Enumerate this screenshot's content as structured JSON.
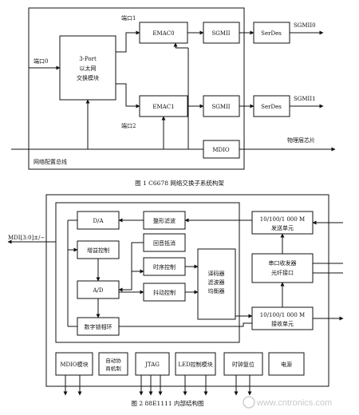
{
  "figure1": {
    "caption": "图 1    C6678 网络交换子系统构架",
    "switch_lines": [
      "3-Port",
      "以太网",
      "交换模块"
    ],
    "emac0": "EMAC0",
    "emac1": "EMAC1",
    "sgmii_a": "SGMII",
    "sgmii_b": "SGMII",
    "serdes_a": "SerDes",
    "serdes_b": "SerDes",
    "mdio": "MDIO",
    "port0": "端口0",
    "port1": "端口1",
    "port2": "端口2",
    "sgmii0": "SGMII0",
    "sgmii1": "SGMII1",
    "phy_chip": "物理层芯片",
    "config_bus": "网络配置总线"
  },
  "figure2": {
    "caption": "图 2    88E1111 内部结构图",
    "mdi": "MDI[3:0]±/−",
    "da": "D/A",
    "gain": "增益控制",
    "ad": "A/D",
    "dpll": "数字锁相环",
    "shaping": "整形滤波",
    "echo": "回音抵消",
    "timing": "时序控制",
    "jitter": "抖动控制",
    "decoder_lines": [
      "译码器",
      "滤波器",
      "均衡器"
    ],
    "tx_lines": [
      "10/100/1 000 M",
      "发送单元"
    ],
    "serial_lines": [
      "串口收发器",
      "光纤接口"
    ],
    "rx_lines": [
      "10/100/1 000 M",
      "接收单元"
    ],
    "mdio_mod": "MDIO模块",
    "autoneg_lines": [
      "自动协",
      "商机制"
    ],
    "jtag": "JTAG",
    "led": "LED控制模块",
    "clk_reset": "时钟复位",
    "power": "电源"
  },
  "watermark": "www.cntronics.com"
}
